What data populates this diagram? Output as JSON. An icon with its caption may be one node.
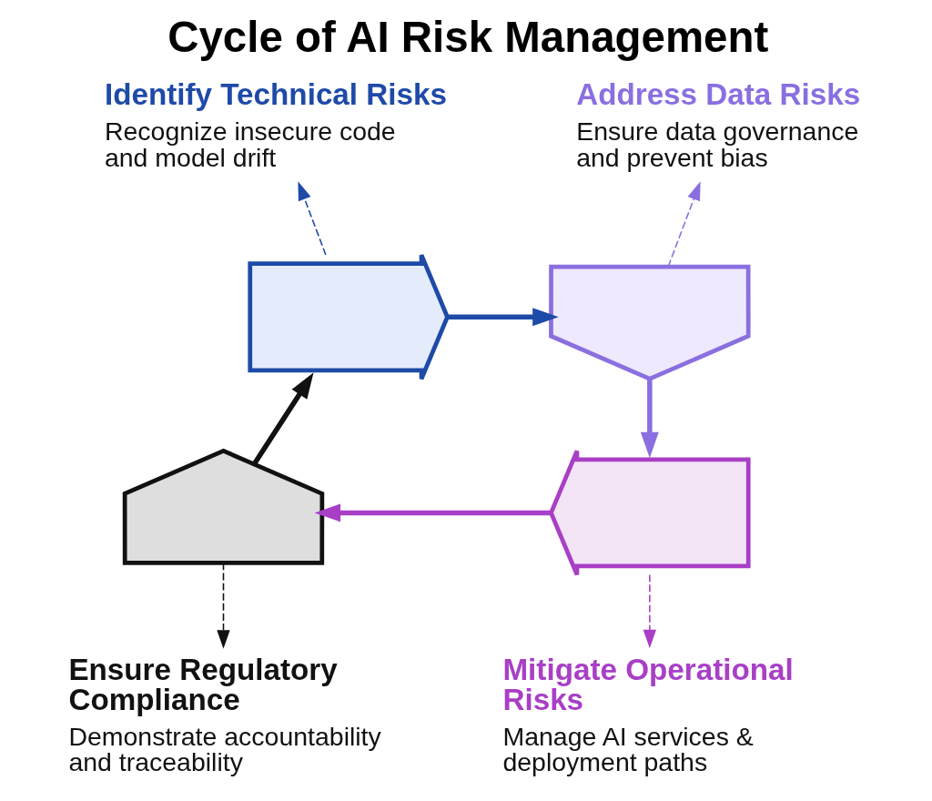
{
  "diagram": {
    "title": "Cycle of AI Risk Management",
    "nodes": [
      {
        "text": [
          "Identify Technical Risks",
          "Recognize insecure code and model drift"
        ]
      },
      {
        "text": [
          "Address Data Risks",
          "Ensure data governance and prevent bias"
        ]
      },
      {
        "text": [],
        "shape": "arrow"
      },
      {
        "text": [],
        "shape": "arrow"
      },
      {
        "text": [],
        "shape": "arrow"
      },
      {
        "text": [],
        "shape": "arrow"
      },
      {
        "text": [
          "Ensure Regulatory Compliance",
          "Demonstrate accountability and traceability"
        ]
      },
      {
        "text": [
          "Mitigate Operational Risks",
          "Manage AI services & deployment paths"
        ]
      }
    ],
    "edges": [
      {
        "from": 2,
        "to": 3,
        "arrow": "to",
        "style": "thick",
        "color": "#1e4aa8"
      },
      {
        "from": 3,
        "to": 5,
        "arrow": "to",
        "style": "thick",
        "color": "#8a6fe0"
      },
      {
        "from": 5,
        "to": 4,
        "arrow": "to",
        "style": "thick",
        "color": "#a83fc6"
      },
      {
        "from": 4,
        "to": 2,
        "arrow": "to",
        "style": "thick",
        "color": "#111111"
      },
      {
        "from": 2,
        "to": 0,
        "arrow": "to",
        "style": "dashed",
        "color": "#1e4aa8"
      },
      {
        "from": 3,
        "to": 1,
        "arrow": "to",
        "style": "dashed",
        "color": "#8a6fe0"
      },
      {
        "from": 4,
        "to": 6,
        "arrow": "to",
        "style": "dashed",
        "color": "#111111"
      },
      {
        "from": 5,
        "to": 7,
        "arrow": "to",
        "style": "dashed",
        "color": "#a83fc6"
      }
    ]
  }
}
